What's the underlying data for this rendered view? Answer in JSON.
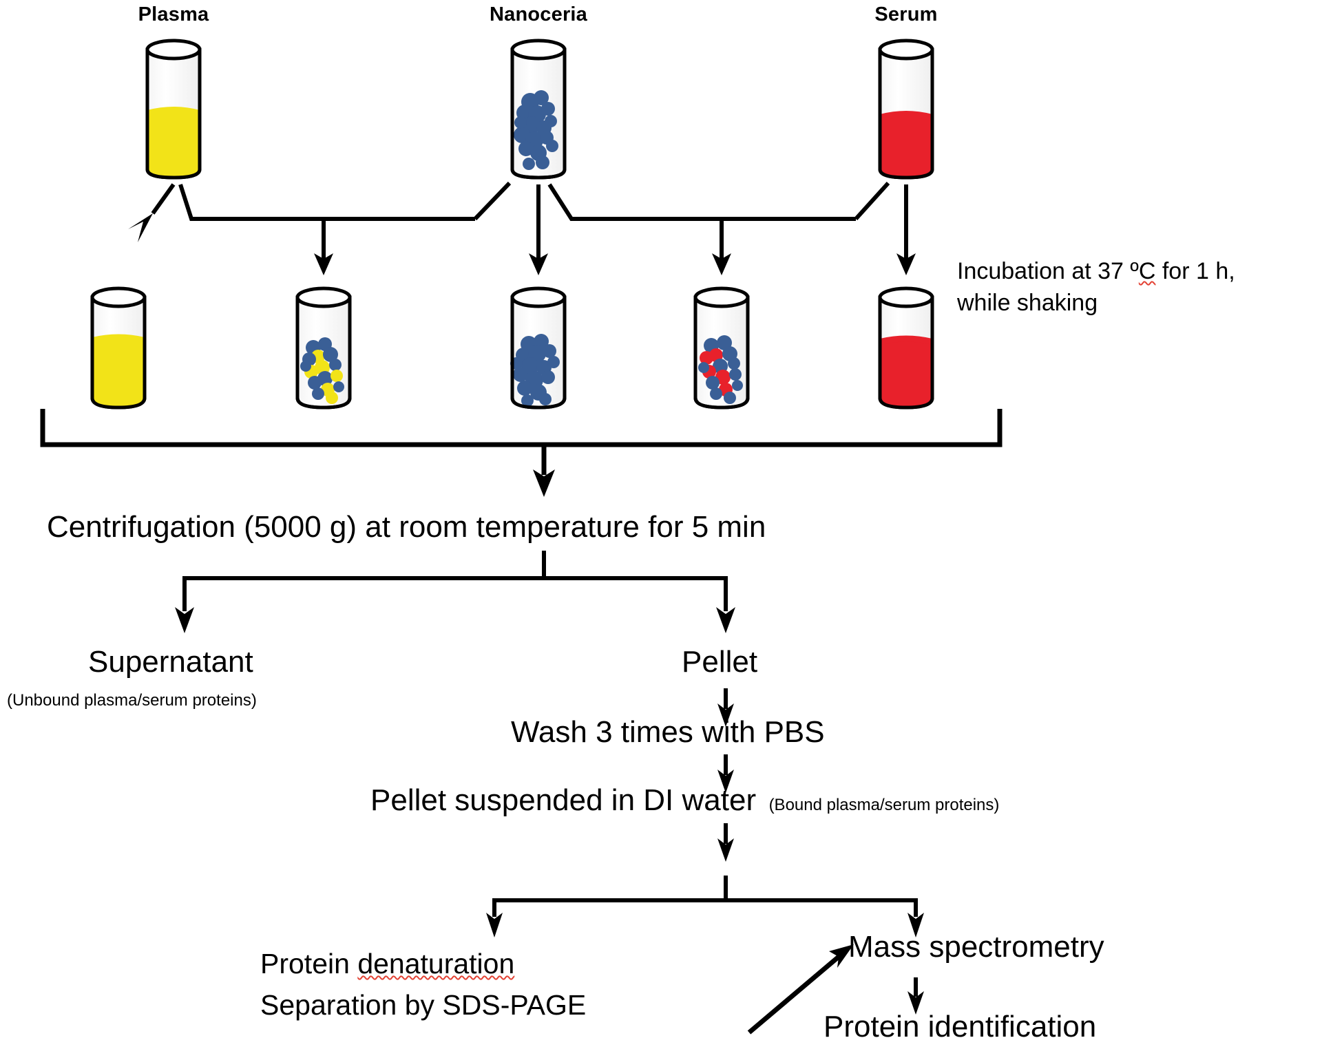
{
  "diagram": {
    "title_row_labels": [
      "Plasma",
      "Nanoceria",
      "Serum"
    ],
    "top_tubes": [
      {
        "name": "Plasma",
        "content": "liquid",
        "color": "#f2e318"
      },
      {
        "name": "Nanoceria",
        "content": "particles",
        "color": "#3a5f96"
      },
      {
        "name": "Serum",
        "content": "liquid",
        "color": "#e8212b"
      }
    ],
    "second_row_tubes": [
      {
        "name": "plasma-only",
        "content": "liquid",
        "color": "#f2e318"
      },
      {
        "name": "nanoceria-plus-plasma",
        "content": "particles",
        "color": "#3a5f96",
        "color2": "#f2e318"
      },
      {
        "name": "nanoceria-only",
        "content": "particles",
        "color": "#3a5f96"
      },
      {
        "name": "nanoceria-plus-serum",
        "content": "particles",
        "color": "#3a5f96",
        "color2": "#e8212b"
      },
      {
        "name": "serum-only",
        "content": "liquid",
        "color": "#e8212b"
      }
    ],
    "incubation_note_line1": "Incubation at 37 ºC for 1 h,",
    "incubation_note_line2": "while shaking",
    "incubation_wavy_word": "C",
    "centrifugation_step": "Centrifugation (5000 g) at room temperature for 5 min",
    "supernatant_label": "Supernatant",
    "supernatant_sub": "(Unbound plasma/serum proteins)",
    "pellet_label": "Pellet",
    "wash_step": "Wash 3 times with PBS",
    "suspend_step": "Pellet suspended in DI water",
    "suspend_sub": "(Bound plasma/serum proteins)",
    "denaturation_line1": "Protein denaturation",
    "denaturation_line1_wavy": "denaturation",
    "denaturation_line2": "Separation by SDS-PAGE",
    "mass_spec_label": "Mass spectrometry",
    "protein_id_label": "Protein identification"
  },
  "colors": {
    "plasma": "#f2e318",
    "serum": "#e8212b",
    "nanoceria": "#3a5f96",
    "stroke": "#000000",
    "tube_fill": "#fbfbfb",
    "spellcheck": "#e34234"
  }
}
